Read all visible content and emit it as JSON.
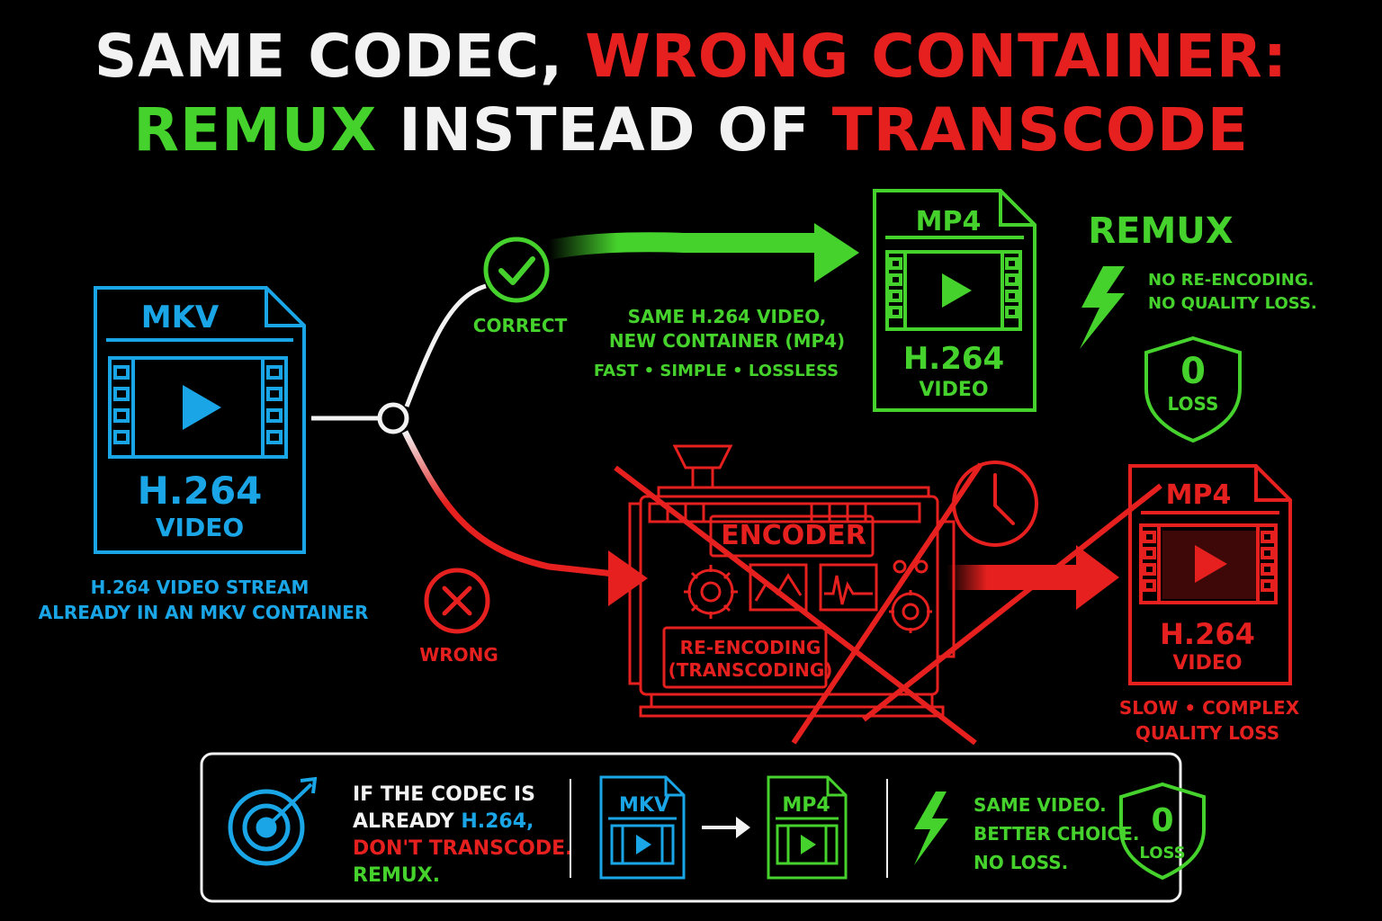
{
  "title": {
    "line1_a": "SAME CODEC,",
    "line1_b": "WRONG CONTAINER:",
    "line2_a": "REMUX",
    "line2_b": "INSTEAD OF",
    "line2_c": "TRANSCODE"
  },
  "colors": {
    "blue": "#1aa6e6",
    "green": "#46d22c",
    "red": "#e5201e",
    "white": "#f2f2f2",
    "background": "#000000"
  },
  "source": {
    "container": "MKV",
    "codec": "H.264",
    "kind": "VIDEO",
    "caption_line1": "H.264 VIDEO STREAM",
    "caption_line2": "ALREADY IN AN MKV CONTAINER",
    "icon": "play-icon"
  },
  "correct_path": {
    "badge_label": "CORRECT",
    "badge_icon": "check-icon",
    "desc_line1": "SAME H.264 VIDEO,",
    "desc_line2": "NEW CONTAINER (MP4)",
    "desc_line3": "FAST • SIMPLE • LOSSLESS"
  },
  "remux_output": {
    "container": "MP4",
    "codec": "H.264",
    "kind": "VIDEO"
  },
  "remux_panel": {
    "heading": "REMUX",
    "note_line1": "NO RE-ENCODING.",
    "note_line2": "NO QUALITY LOSS.",
    "shield_value": "0",
    "shield_label": "LOSS",
    "icon": "lightning-icon"
  },
  "wrong_path": {
    "badge_label": "WRONG",
    "badge_icon": "x-icon",
    "encoder_title": "ENCODER",
    "encoder_line1": "RE-ENCODING",
    "encoder_line2": "(TRANSCODING)",
    "clock_icon": "clock-icon"
  },
  "transcode_output": {
    "container": "MP4",
    "codec": "H.264",
    "kind": "VIDEO",
    "note_line1": "SLOW • COMPLEX",
    "note_line2": "QUALITY LOSS"
  },
  "summary": {
    "line1": "IF THE CODEC IS",
    "line2_a": "ALREADY",
    "line2_b": "H.264,",
    "line3": "DON'T TRANSCODE.",
    "line4": "REMUX.",
    "from_container": "MKV",
    "to_container": "MP4",
    "note_line1": "SAME VIDEO.",
    "note_line2": "BETTER CHOICE.",
    "note_line3": "NO LOSS.",
    "shield_value": "0",
    "shield_label": "LOSS",
    "target_icon": "target-icon"
  }
}
